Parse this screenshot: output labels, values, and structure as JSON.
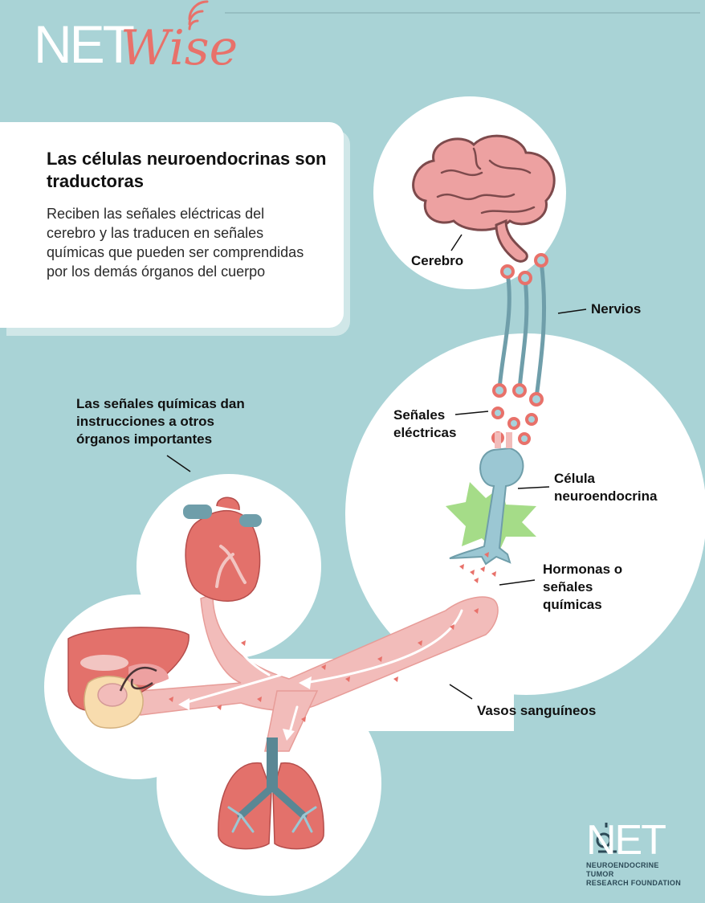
{
  "logo": {
    "net": "NET",
    "wise": "Wise"
  },
  "card": {
    "title": "Las células neuroendocrinas son traductoras",
    "body": "Reciben las señales eléctricas del cerebro y las traducen en señales químicas que pueden ser comprendidas por los demás órganos del cuerpo"
  },
  "labels": {
    "cerebro": "Cerebro",
    "nervios": "Nervios",
    "senales_electricas": "Señales eléctricas",
    "celula": "Célula neuroendocrina",
    "hormonas": "Hormonas o señales químicas",
    "vasos": "Vasos sanguíneos",
    "senales_quimicas": "Las señales químicas dan instrucciones a otros órganos importantes"
  },
  "footer": {
    "logo_text": "NET",
    "org_line1": "NEUROENDOCRINE TUMOR",
    "org_line2": "RESEARCH FOUNDATION"
  },
  "colors": {
    "background": "#a9d3d6",
    "accent_coral": "#e8716a",
    "nerve_blue": "#6f9eaa",
    "vessel_pink": "#f0b5b3",
    "green_glow": "#8fd36a"
  }
}
